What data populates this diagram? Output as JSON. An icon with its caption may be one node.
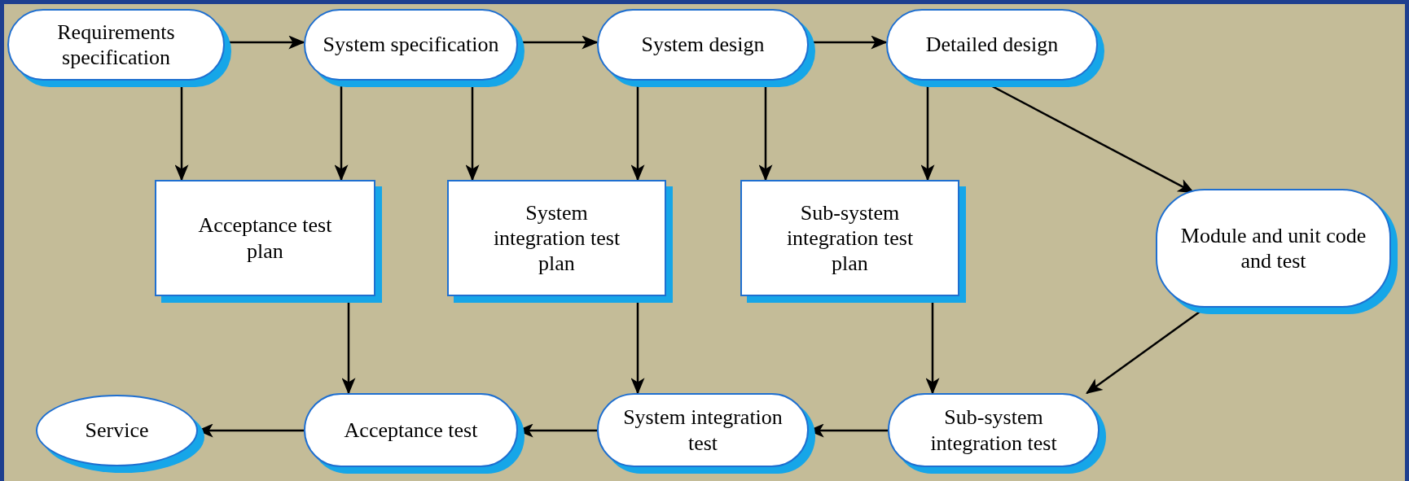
{
  "diagram": {
    "nodes": [
      {
        "text": [
          "Requirements specification"
        ]
      },
      {
        "text": [
          "System specification"
        ]
      },
      {
        "text": [
          "System design"
        ]
      },
      {
        "text": [
          "Detailed design"
        ]
      },
      {
        "text": [
          "Acceptance test plan"
        ]
      },
      {
        "text": [
          "System integration test plan"
        ]
      },
      {
        "text": [
          "Sub-system integration test plan"
        ]
      },
      {
        "text": [
          "Module and unit code and test"
        ]
      },
      {
        "text": [
          "Service"
        ]
      },
      {
        "text": [
          "Acceptance test"
        ]
      },
      {
        "text": [
          "System integration test"
        ]
      },
      {
        "text": [
          "Sub-system integration test"
        ]
      }
    ],
    "edges": [
      {
        "from": 0,
        "to": 1,
        "arrow": "to"
      },
      {
        "from": 1,
        "to": 2,
        "arrow": "to"
      },
      {
        "from": 2,
        "to": 3,
        "arrow": "to"
      },
      {
        "from": 0,
        "to": 4,
        "arrow": "to"
      },
      {
        "from": 1,
        "to": 4,
        "arrow": "to"
      },
      {
        "from": 1,
        "to": 5,
        "arrow": "to"
      },
      {
        "from": 2,
        "to": 5,
        "arrow": "to"
      },
      {
        "from": 2,
        "to": 6,
        "arrow": "to"
      },
      {
        "from": 3,
        "to": 6,
        "arrow": "to"
      },
      {
        "from": 3,
        "to": 7,
        "arrow": "to"
      },
      {
        "from": 4,
        "to": 9,
        "arrow": "to"
      },
      {
        "from": 5,
        "to": 10,
        "arrow": "to"
      },
      {
        "from": 6,
        "to": 11,
        "arrow": "to"
      },
      {
        "from": 7,
        "to": 11,
        "arrow": "to"
      },
      {
        "from": 11,
        "to": 10,
        "arrow": "to"
      },
      {
        "from": 10,
        "to": 9,
        "arrow": "to"
      },
      {
        "from": 9,
        "to": 8,
        "arrow": "to"
      }
    ]
  }
}
